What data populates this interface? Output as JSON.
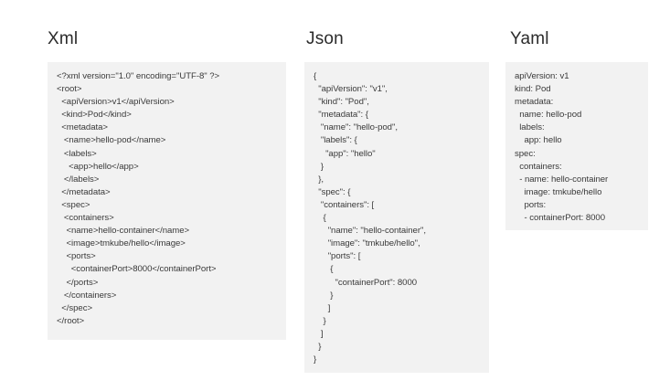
{
  "page": {
    "background_color": "#ffffff",
    "panel_color": "#f2f2f2",
    "text_color": "#3a3a3a",
    "title_color": "#2b2b2b"
  },
  "columns": [
    {
      "id": "xml",
      "title": "Xml",
      "code": "<?xml version=\"1.0\" encoding=\"UTF-8\" ?>\n<root>\n  <apiVersion>v1</apiVersion>\n  <kind>Pod</kind>\n  <metadata>\n   <name>hello-pod</name>\n   <labels>\n     <app>hello</app>\n   </labels>\n  </metadata>\n  <spec>\n   <containers>\n    <name>hello-container</name>\n    <image>tmkube/hello</image>\n    <ports>\n      <containerPort>8000</containerPort>\n    </ports>\n   </containers>\n  </spec>\n</root>"
    },
    {
      "id": "json",
      "title": "Json",
      "code": "{\n  \"apiVersion\": \"v1\",\n  \"kind\": \"Pod\",\n  \"metadata\": {\n   \"name\": \"hello-pod\",\n   \"labels\": {\n     \"app\": \"hello\"\n   }\n  },\n  \"spec\": {\n   \"containers\": [\n    {\n      \"name\": \"hello-container\",\n      \"image\": \"tmkube/hello\",\n      \"ports\": [\n       {\n         \"containerPort\": 8000\n       }\n      ]\n    }\n   ]\n  }\n}"
    },
    {
      "id": "yaml",
      "title": "Yaml",
      "code": "apiVersion: v1\nkind: Pod\nmetadata:\n  name: hello-pod\n  labels:\n    app: hello\nspec:\n  containers:\n  - name: hello-container\n    image: tmkube/hello\n    ports:\n    - containerPort: 8000"
    }
  ]
}
